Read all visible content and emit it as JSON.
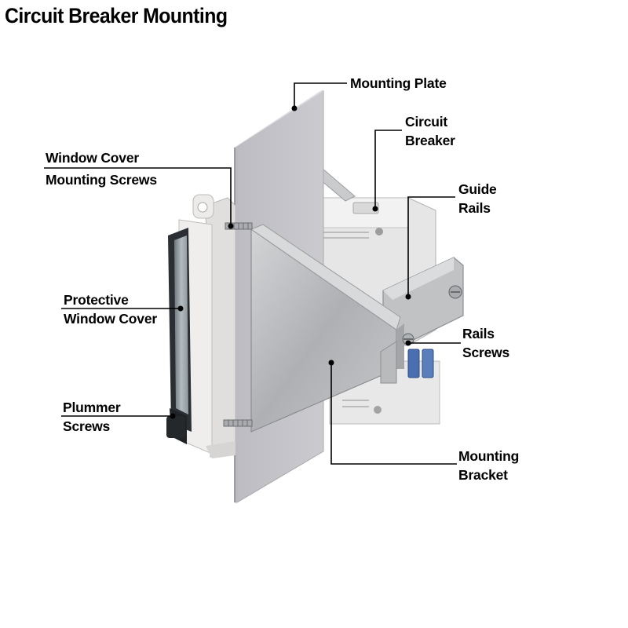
{
  "title": "Circuit Breaker Mounting",
  "labels": {
    "mounting_plate": [
      "Mounting Plate"
    ],
    "circuit_breaker": [
      "Circuit",
      "Breaker"
    ],
    "window_cover_screws": [
      "Window Cover",
      "Mounting Screws"
    ],
    "guide_rails": [
      "Guide",
      "Rails"
    ],
    "protective_window_cover": [
      "Protective",
      "Window Cover"
    ],
    "rails_screws": [
      "Rails",
      "Screws"
    ],
    "plummer_screws": [
      "Plummer",
      "Screws"
    ],
    "mounting_bracket": [
      "Mounting",
      "Bracket"
    ]
  },
  "colors": {
    "plate_face": "#c4c3c9",
    "plate_edge": "#d8d7dc",
    "bracket_steel": "#b4b6b8",
    "breaker_body": "#e9e9e9",
    "window_frame": "#ecebea",
    "window_glass": "#9aa3a8",
    "breaker_toggle": "#4a6fb0",
    "leader_line": "#000000"
  }
}
